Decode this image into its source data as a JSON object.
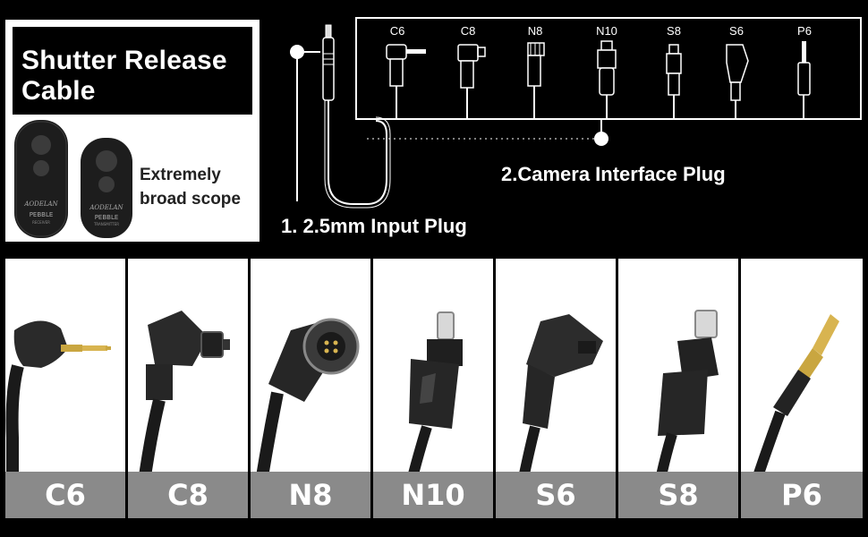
{
  "info_panel": {
    "title_line1": "Shutter Release",
    "title_line2": "Cable",
    "scope_line1": "Extremely",
    "scope_line2": "broad scope",
    "remote_brand": "AODELAN",
    "remote_model": "PEBBLE",
    "receiver_caption": "RECEIVER",
    "transmitter_caption": "TRANSMITTER"
  },
  "diagram": {
    "input_plug_label": "1. 2.5mm Input Plug",
    "camera_plug_label": "2.Camera Interface Plug",
    "plug_types": [
      "C6",
      "C8",
      "N8",
      "N10",
      "S8",
      "S6",
      "P6"
    ]
  },
  "products": [
    {
      "label": "C6"
    },
    {
      "label": "C8"
    },
    {
      "label": "N8"
    },
    {
      "label": "N10"
    },
    {
      "label": "S6"
    },
    {
      "label": "S8"
    },
    {
      "label": "P6"
    }
  ],
  "colors": {
    "background": "#000000",
    "panel": "#ffffff",
    "label_bar": "#8a8a8a",
    "text_light": "#ffffff",
    "connector_gold": "#c9a640"
  }
}
